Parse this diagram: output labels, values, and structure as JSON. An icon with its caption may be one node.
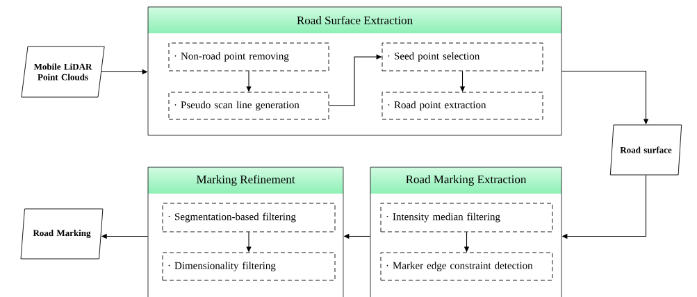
{
  "diagram": {
    "nodes": [
      {
        "text": [
          "Mobile LiDAR Point Clouds"
        ]
      },
      {
        "text": [
          "Road Surface Extraction"
        ]
      },
      {
        "text": [
          "· Non-road point removing"
        ],
        "in": 1
      },
      {
        "text": [
          "· Pseudo scan line generation"
        ],
        "in": 1
      },
      {
        "text": [
          "· Seed point selection"
        ],
        "in": 1
      },
      {
        "text": [
          "· Road point extraction"
        ],
        "in": 1
      },
      {
        "text": [
          "Road surface"
        ]
      },
      {
        "text": [
          "Road Marking"
        ]
      },
      {
        "text": [
          "Marking Refinement"
        ]
      },
      {
        "text": [
          "· Segmentation-based filtering"
        ],
        "in": 8
      },
      {
        "text": [
          "· Dimensionality filtering"
        ],
        "in": 8
      },
      {
        "text": [
          "Road Marking Extraction"
        ]
      },
      {
        "text": [
          "· Intensity median filtering"
        ],
        "in": 11
      },
      {
        "text": [
          "· Marker edge constraint detection"
        ],
        "in": 11
      }
    ],
    "edges": [
      {
        "from": 0,
        "to": 1,
        "arrow": "to"
      },
      {
        "from": 2,
        "to": 3,
        "arrow": "to"
      },
      {
        "from": 3,
        "to": 4,
        "arrow": "to"
      },
      {
        "from": 4,
        "to": 5,
        "arrow": "to"
      },
      {
        "from": 1,
        "to": 6,
        "arrow": "to"
      },
      {
        "from": 6,
        "to": 11,
        "arrow": "to"
      },
      {
        "from": 12,
        "to": 13,
        "arrow": "to"
      },
      {
        "from": 11,
        "to": 8,
        "arrow": "to"
      },
      {
        "from": 9,
        "to": 10,
        "arrow": "to"
      },
      {
        "from": 8,
        "to": 7,
        "arrow": "to"
      }
    ]
  }
}
